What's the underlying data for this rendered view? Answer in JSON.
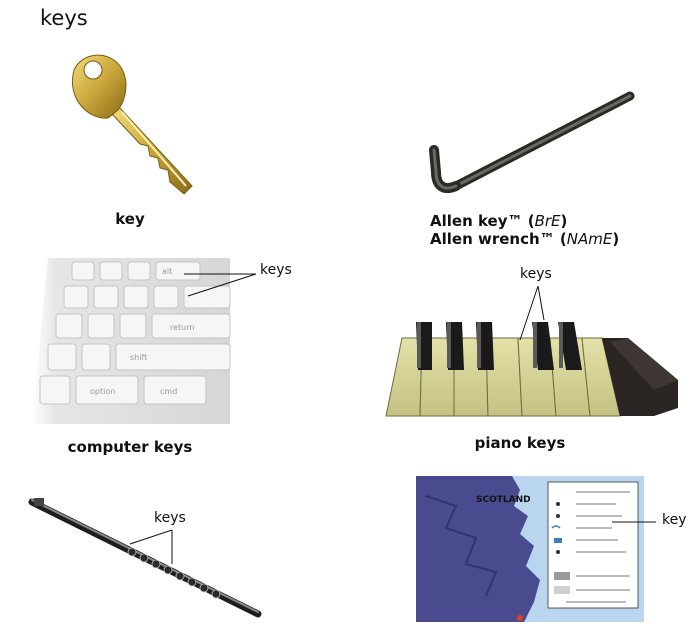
{
  "title": "keys",
  "items": {
    "key": {
      "caption": "key"
    },
    "allen_key": {
      "line1_prefix": "Allen key™ (",
      "line1_variant": "BrE",
      "line1_suffix": ")",
      "line2_prefix": "Allen wrench™ (",
      "line2_variant": "NAmE",
      "line2_suffix": ")"
    },
    "computer_keys": {
      "caption": "computer keys",
      "callout": "keys",
      "key_labels": [
        "alt",
        "return",
        "shift",
        "option",
        "cmd"
      ]
    },
    "piano_keys": {
      "caption": "piano keys",
      "callout": "keys"
    },
    "flute": {
      "callout": "keys"
    },
    "map": {
      "callout": "key",
      "country_label": "SCOTLAND",
      "legend_title": "legend"
    }
  },
  "colors": {
    "brass": "#c9a63a",
    "brass_dark": "#8a6a1a",
    "steel": "#3a3a36",
    "piano_ivory": "#d8d59a",
    "piano_black": "#1a1a1a",
    "keyboard": "#e9e9e9",
    "map_land": "#4a4a8e",
    "map_sea": "#b9d6ee"
  }
}
